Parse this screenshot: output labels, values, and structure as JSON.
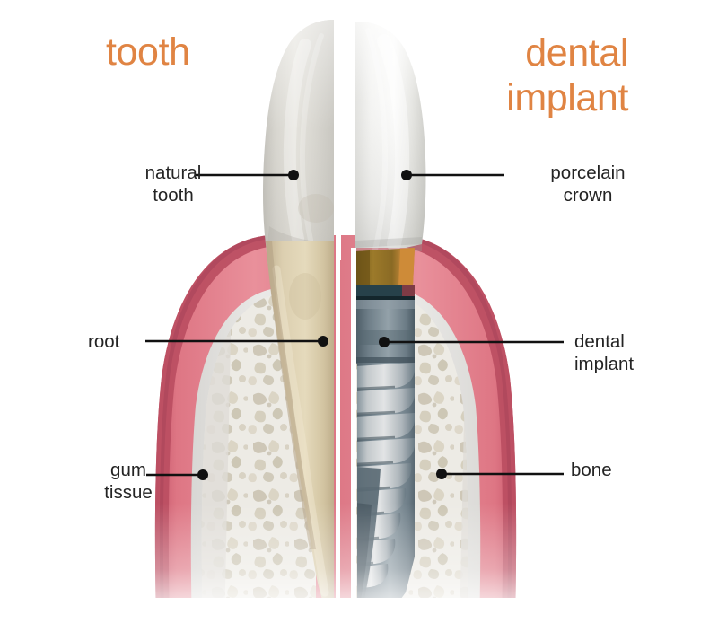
{
  "figure": {
    "kind": "anatomical-comparison-diagram",
    "subject": "Natural tooth compared with a dental implant in cross-section",
    "background_color": "#ffffff",
    "accent_color": "#E08443",
    "label_color": "#242424"
  },
  "titles": {
    "left": "tooth",
    "right": "dental\nimplant"
  },
  "labels": {
    "natural_tooth": "natural\ntooth",
    "porcelain_crown": "porcelain\ncrown",
    "root": "root",
    "dental_implant": "dental\nimplant",
    "gum_tissue": "gum\ntissue",
    "bone": "bone"
  },
  "anatomy_colors": {
    "enamel_natural": "#D8D5CE",
    "enamel_porcelain": "#EDEDEA",
    "root_dentin": "#D9CBAA",
    "gum_tissue": "#E4808C",
    "gum_edge": "#BC4F62",
    "cortical_bone": "#E3E2E0",
    "trabecular_bone": "#CFC7B4",
    "implant_metal": "#8C9AA3",
    "implant_dark": "#5E6E78",
    "abutment_gold": "#9A7628",
    "abutment_highlight": "#CE8B38",
    "collar_teal": "#27414A"
  }
}
